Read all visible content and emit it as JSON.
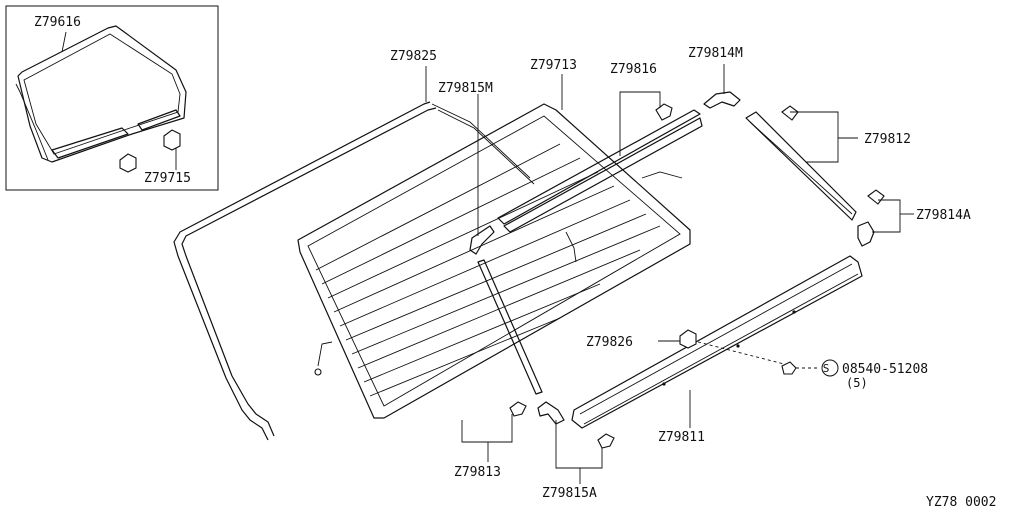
{
  "inset_part": {
    "part_no": "Z79616"
  },
  "inset_clip": {
    "part_no": "Z79715"
  },
  "parts": {
    "z79825": "Z79825",
    "z79815m": "Z79815M",
    "z79713": "Z79713",
    "z79816": "Z79816",
    "z79814m": "Z79814M",
    "z79812": "Z79812",
    "z79814a": "Z79814A",
    "z79826": "Z79826",
    "z79811": "Z79811",
    "z79813": "Z79813",
    "z79815a": "Z79815A"
  },
  "screw": {
    "symbol": "S",
    "part_no": "08540-51208",
    "qty": "(5)"
  },
  "diagram_code": "YZ78 0002"
}
